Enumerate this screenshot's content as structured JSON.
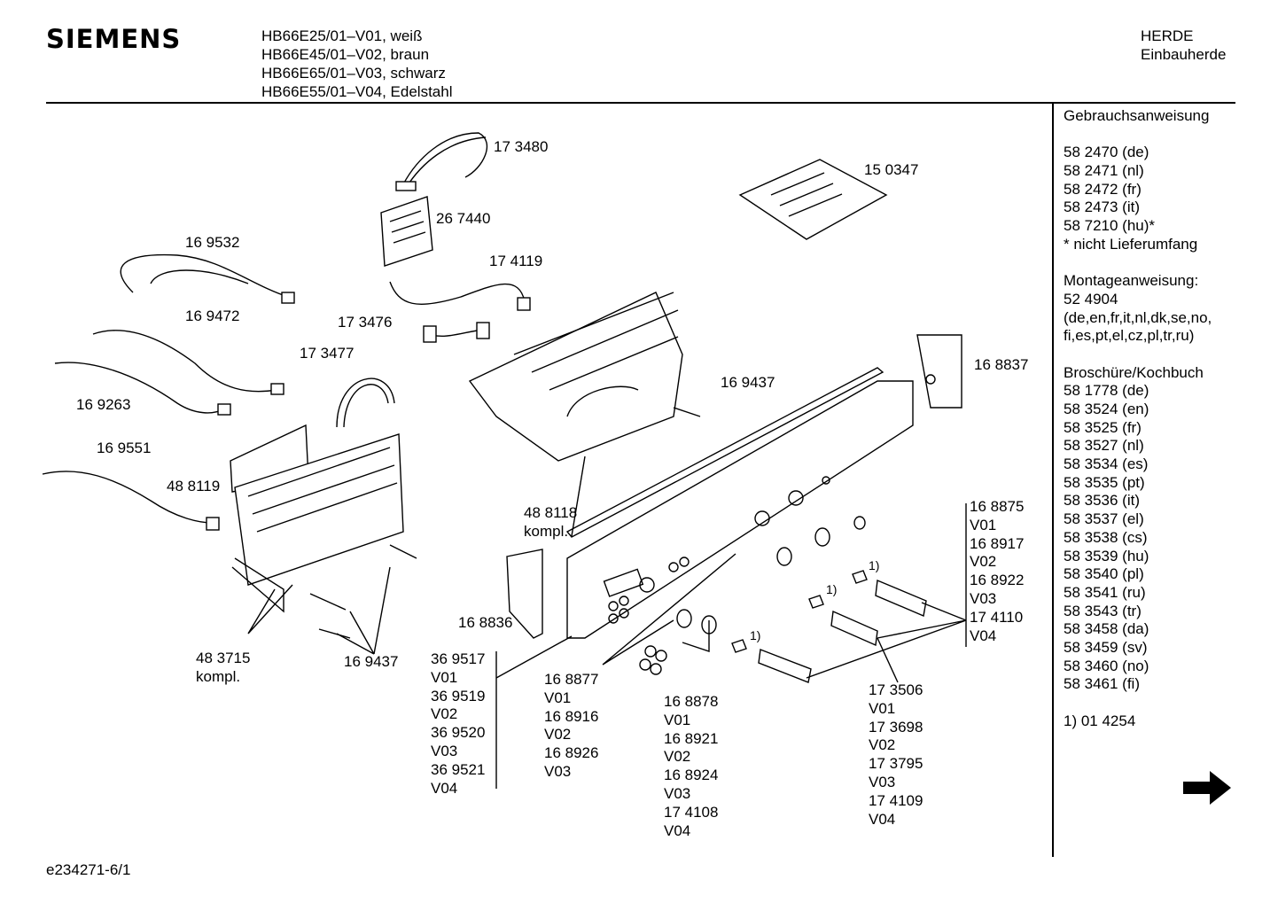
{
  "header": {
    "brand": "SIEMENS",
    "models": [
      "HB66E25/01–V01, weiß",
      "HB66E45/01–V02, braun",
      "HB66E65/01–V03, schwarz",
      "HB66E55/01–V04, Edelstahl"
    ],
    "category": [
      "HERDE",
      "Einbauherde"
    ]
  },
  "sidebar": {
    "lines": [
      "Gebrauchsanweisung",
      "",
      "58 2470 (de)",
      "58 2471 (nl)",
      "58 2472 (fr)",
      "58 2473 (it)",
      "58 7210 (hu)*",
      "* nicht Lieferumfang",
      "",
      "Montageanweisung:",
      "52 4904",
      "(de,en,fr,it,nl,dk,se,no,",
      "fi,es,pt,el,cz,pl,tr,ru)",
      "",
      "Broschüre/Kochbuch",
      "58 1778 (de)",
      "58 3524 (en)",
      "58 3525 (fr)",
      "58 3527 (nl)",
      "58 3534 (es)",
      "58 3535 (pt)",
      "58 3536 (it)",
      "58 3537 (el)",
      "58 3538 (cs)",
      "58 3539 (hu)",
      "58 3540 (pl)",
      "58 3541 (ru)",
      "58 3543 (tr)",
      "58 3458 (da)",
      "58 3459 (sv)",
      "58 3460 (no)",
      "58 3461 (fi)",
      "",
      "1)  01 4254"
    ]
  },
  "footer": {
    "code": "e234271-6/1"
  },
  "part_labels": {
    "p173480": "17 3480",
    "p267440": "26 7440",
    "p150347": "15 0347",
    "p169532": "16 9532",
    "p174119": "17 4119",
    "p169472": "16 9472",
    "p173476": "17 3476",
    "p173477": "17 3477",
    "p168837": "16 8837",
    "p169437a": "16 9437",
    "p169263": "16 9263",
    "p169551": "16 9551",
    "p488119": "48 8119",
    "p488118": [
      "48 8118",
      "kompl."
    ],
    "p168836": "16 8836",
    "p483715": [
      "48 3715",
      "kompl."
    ],
    "p169437b": "16 9437",
    "group_369517": [
      "36 9517",
      "V01",
      "36 9519",
      "V02",
      "36 9520",
      "V03",
      "36 9521",
      "V04"
    ],
    "group_168877": [
      "16 8877",
      "V01",
      "16 8916",
      "V02",
      "16 8926",
      "V03"
    ],
    "group_168878": [
      "16 8878",
      "V01",
      "16 8921",
      "V02",
      "16 8924",
      "V03",
      "17 4108",
      "V04"
    ],
    "group_173506": [
      "17 3506",
      "V01",
      "17 3698",
      "V02",
      "17 3795",
      "V03",
      "17 4109",
      "V04"
    ],
    "group_168875": [
      "16 8875",
      "V01",
      "16 8917",
      "V02",
      "16 8922",
      "V03",
      "17 4110",
      "V04"
    ],
    "footnote_mark": "1)"
  }
}
